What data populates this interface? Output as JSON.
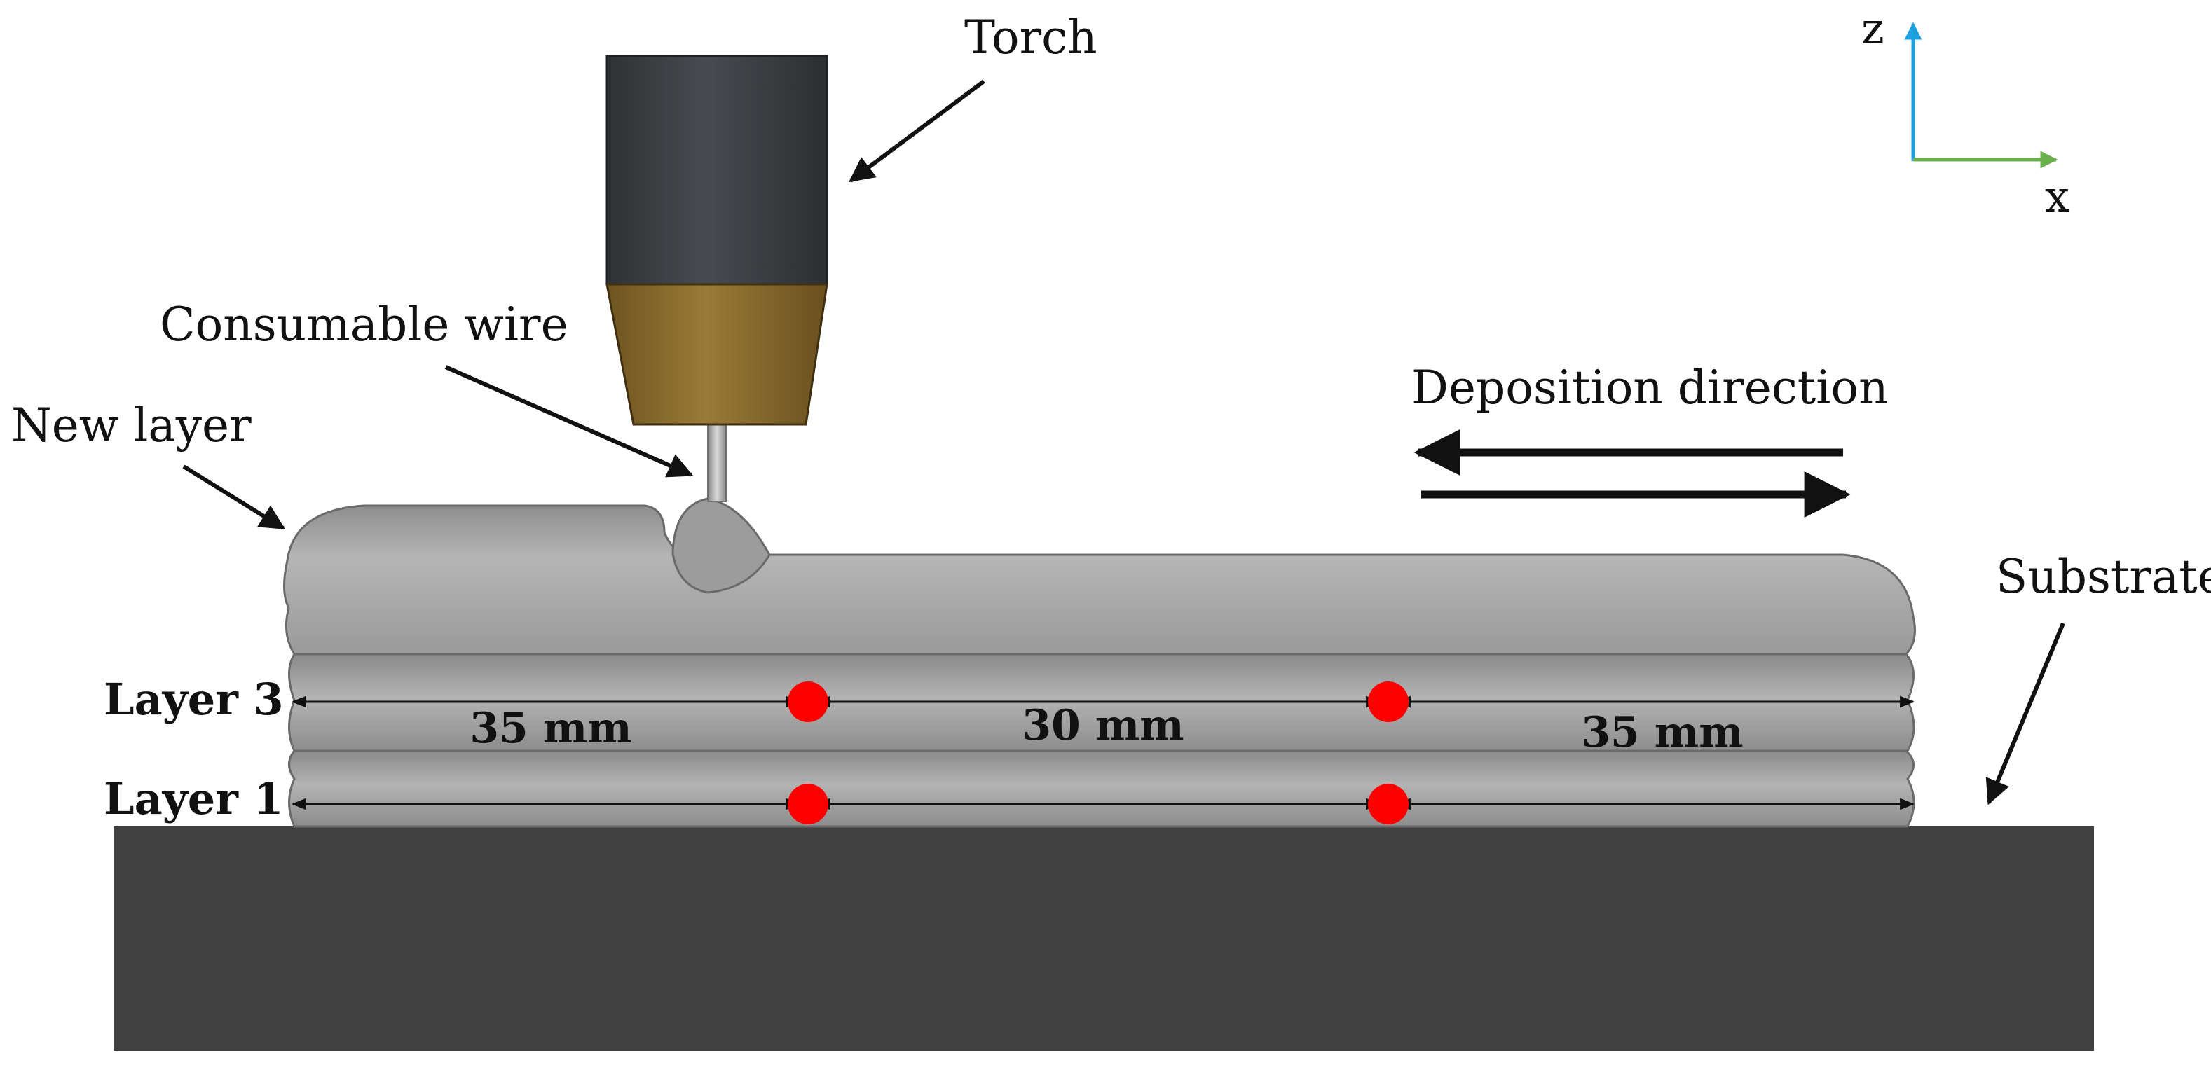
{
  "labels": {
    "torch": "Torch",
    "consumable_wire": "Consumable wire",
    "new_layer": "New layer",
    "deposition_direction": "Deposition direction",
    "substrate": "Substrate",
    "layer_3": "Layer 3",
    "layer_1": "Layer 1",
    "axis_z": "z",
    "axis_x": "x"
  },
  "dimensions": {
    "left_segment": "35 mm",
    "middle_segment": "30 mm",
    "right_segment": "35 mm"
  },
  "colors": {
    "torch_body": "#3a3d40",
    "nozzle": "#8b6a2c",
    "deposit": "#a9a9a9",
    "substrate": "#404040",
    "measurement_point": "#ff0000",
    "axis_z": "#1ea0e0",
    "axis_x": "#6ab04c"
  }
}
